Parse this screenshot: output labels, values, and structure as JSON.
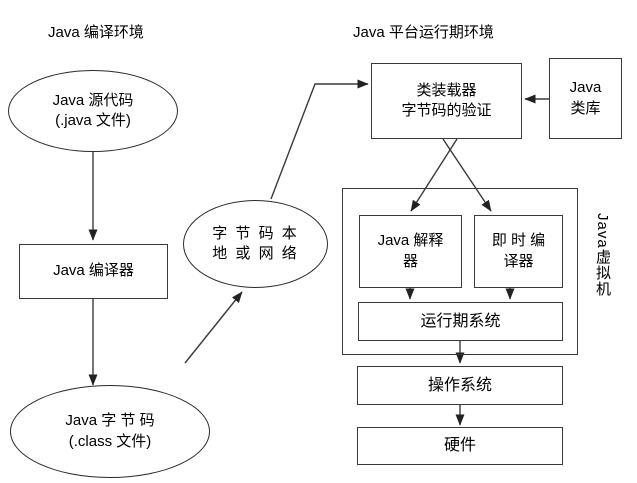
{
  "diagram": {
    "title_left": "Java 编译环境",
    "title_right": "Java 平台运行期环境",
    "jvm_label_latin": "Java",
    "jvm_label_cjk": "虚拟机"
  },
  "nodes": {
    "source_code": {
      "line1": "Java 源代码",
      "line2": "(.java 文件)"
    },
    "compiler": {
      "line1": "Java 编译器",
      "line2": ""
    },
    "bytecode_file": {
      "line1": "Java 字 节 码",
      "line2": "(.class 文件)"
    },
    "bytecode_transport": {
      "line1": "字 节 码 本",
      "line2": "地 或 网 络"
    },
    "class_loader": {
      "line1": "类装载器",
      "line2": "字节码的验证"
    },
    "class_library": {
      "line1": "Java",
      "line2": "类库"
    },
    "interpreter": {
      "line1": "Java 解释",
      "line2": "器"
    },
    "jit_compiler": {
      "line1": "即 时 编",
      "line2": "译器"
    },
    "runtime_system": {
      "line1": "运行期系统",
      "line2": ""
    },
    "operating_system": {
      "line1": "操作系统",
      "line2": ""
    },
    "hardware": {
      "line1": "硬件",
      "line2": ""
    }
  },
  "colors": {
    "stroke": "#3a3a3a",
    "text": "#000000",
    "background": "#ffffff"
  }
}
